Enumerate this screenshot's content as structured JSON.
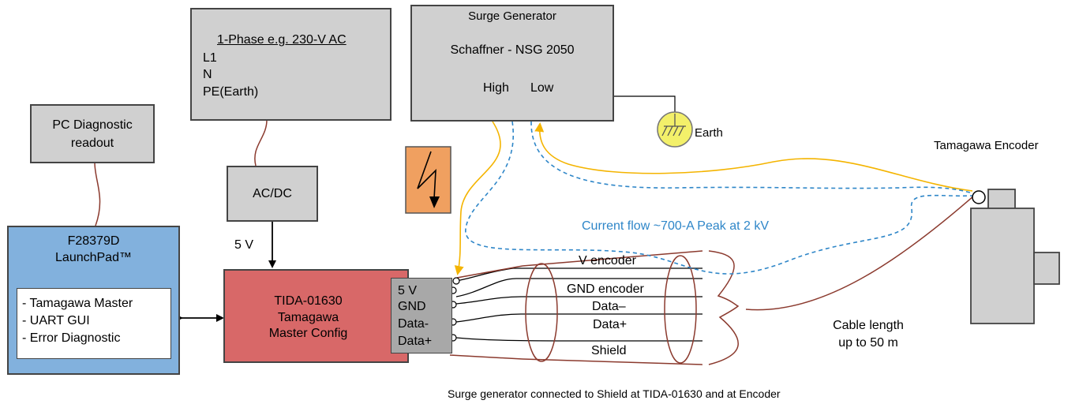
{
  "power": {
    "title": "1-Phase e.g. 230-V AC",
    "lines": [
      "L1",
      "N",
      "PE(Earth)"
    ]
  },
  "surge": {
    "title": "Surge Generator",
    "model": "Schaffner - NSG 2050",
    "high_label": "High",
    "low_label": "Low"
  },
  "earth_label": "Earth",
  "pc": {
    "line1": "PC Diagnostic",
    "line2": "readout"
  },
  "acdc_label": "AC/DC",
  "five_v_label": "5 V",
  "launchpad": {
    "line1": "F28379D",
    "line2": "LaunchPad™",
    "features": [
      "- Tamagawa Master",
      "- UART GUI",
      "- Error Diagnostic"
    ]
  },
  "tida": {
    "line1": "TIDA-01630",
    "line2": "Tamagawa",
    "line3": "Master Config"
  },
  "connector_pins": [
    "5 V",
    "GND",
    "Data-",
    "Data+"
  ],
  "cable_wires": [
    "V encoder",
    "GND encoder",
    "Data–",
    "Data+",
    "Shield"
  ],
  "encoder_label": "Tamagawa Encoder",
  "current_flow_label": "Current flow ~700-A Peak at 2 kV",
  "cable_length": {
    "line1": "Cable length",
    "line2": "up to 50 m"
  },
  "footer_note": "Surge generator connected to Shield at TIDA-01630 and at Encoder",
  "colors": {
    "box_gray": "#d0d0d0",
    "launchpad_blue": "#82b1dd",
    "tida_red": "#d86868",
    "surge_orange": "#f0a060",
    "earth_yellow": "#f3f06a",
    "shield_yellow": "#f4b400",
    "flow_blue": "#2e86c8",
    "wire_brown": "#8b3a2e"
  }
}
